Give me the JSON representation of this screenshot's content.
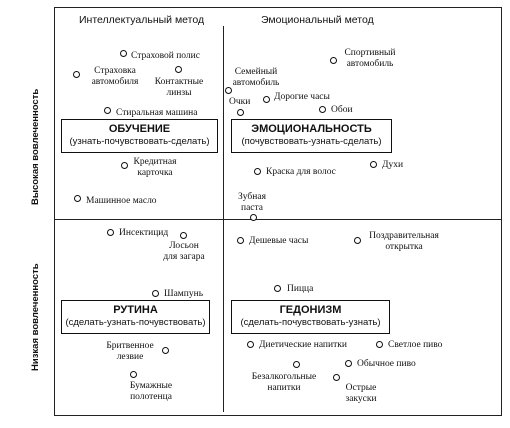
{
  "headers": {
    "col_left": "Интеллектуальный метод",
    "col_right": "Эмоциональный метод",
    "row_top": "Высокая вовлеченность",
    "row_bottom": "Низкая вовлеченность"
  },
  "boxes": {
    "tl": {
      "title": "ОБУЧЕНИЕ",
      "subtitle": "(узнать-почувствовать-сделать)"
    },
    "tr": {
      "title": "ЭМОЦИОНАЛЬНОСТЬ",
      "subtitle": "(почувствовать-узнать-сделать)"
    },
    "bl": {
      "title": "РУТИНА",
      "subtitle": "(сделать-узнать-почувствовать)"
    },
    "br": {
      "title": "ГЕДОНИЗМ",
      "subtitle": "(сделать-почувствовать-узнать)"
    }
  },
  "items": {
    "strakhovoy_polis": "Страховой полис",
    "strakhovka_1": "Страховка",
    "strakhovka_2": "автомобиля",
    "kontaktnye_1": "Контактные",
    "kontaktnye_2": "линзы",
    "stiralnaya": "Стиральная машина",
    "kreditnaya_1": "Кредитная",
    "kreditnaya_2": "карточка",
    "maslo": "Машинное масло",
    "sport_1": "Спортивный",
    "sport_2": "автомобиль",
    "semeyny_1": "Семейный",
    "semeyny_2": "автомобиль",
    "ochki": "Очки",
    "chasy_dorogie": "Дорогие часы",
    "oboi": "Обои",
    "kraska": "Краска для волос",
    "dukhi": "Духи",
    "zubnaya_1": "Зубная",
    "zubnaya_2": "паста",
    "insektitsid": "Инсектицид",
    "loson_1": "Лосьон",
    "loson_2": "для загара",
    "shampun": "Шампунь",
    "britvennoe_1": "Бритвенное",
    "britvennoe_2": "лезвие",
    "polotentsa_1": "Бумажные",
    "polotentsa_2": "полотенца",
    "chasy_deshevye": "Дешевые часы",
    "otkrytka_1": "Поздравительная",
    "otkrytka_2": "открытка",
    "pitstsa": "Пицца",
    "dieticheskie": "Диетические напитки",
    "svetloe_pivo": "Светлое пиво",
    "obychnoe_pivo": "Обычное пиво",
    "bezalko_1": "Безалкогольные",
    "bezalko_2": "напитки",
    "zakuski_1": "Острые",
    "zakuski_2": "закуски"
  }
}
